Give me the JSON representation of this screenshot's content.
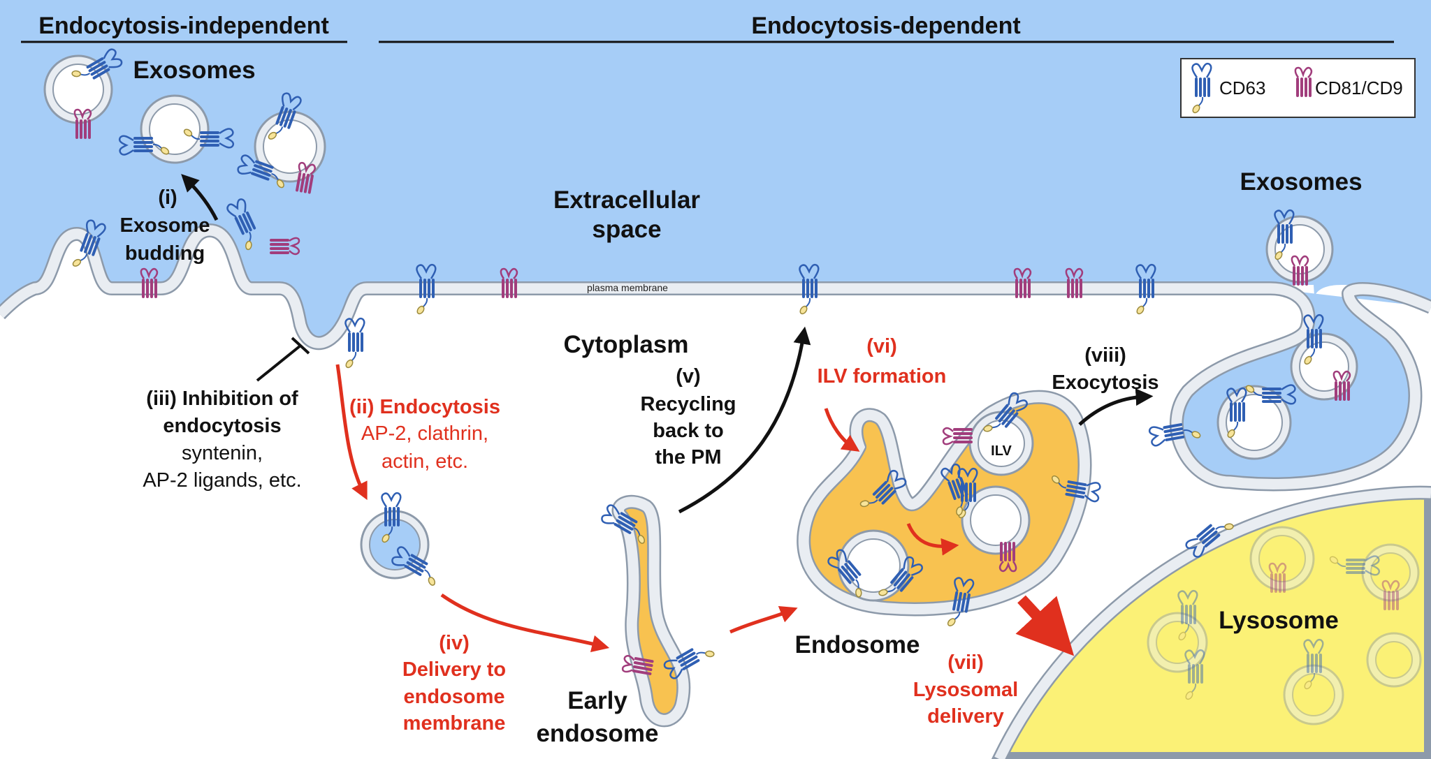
{
  "headers": {
    "independent": "Endocytosis-independent",
    "dependent": "Endocytosis-dependent"
  },
  "legend": {
    "cd63": "CD63",
    "cd81": "CD81/CD9"
  },
  "labels": {
    "exosomes_left": "Exosomes",
    "exosomes_right": "Exosomes",
    "extracellular_1": "Extracellular",
    "extracellular_2": "space",
    "plasma_membrane": "plasma membrane",
    "cytoplasm": "Cytoplasm",
    "ilv": "ILV",
    "endosome": "Endosome",
    "early_endosome_1": "Early",
    "early_endosome_2": "endosome",
    "lysosome": "Lysosome"
  },
  "steps": {
    "i": {
      "num": "(i)",
      "line1": "Exosome",
      "line2": "budding"
    },
    "ii": {
      "title": "(ii) Endocytosis",
      "line1": "AP-2, clathrin,",
      "line2": "actin, etc."
    },
    "iii": {
      "line1": "(iii) Inhibition of",
      "line2": "endocytosis",
      "line3": "syntenin,",
      "line4": "AP-2 ligands, etc."
    },
    "iv": {
      "num": "(iv)",
      "line1": "Delivery to",
      "line2": "endosome",
      "line3": "membrane"
    },
    "v": {
      "num": "(v)",
      "line1": "Recycling",
      "line2": "back to",
      "line3": "the PM"
    },
    "vi": {
      "num": "(vi)",
      "line1": "ILV formation"
    },
    "vii": {
      "num": "(vii)",
      "line1": "Lysosomal",
      "line2": "delivery"
    },
    "viii": {
      "num": "(viii)",
      "line1": "Exocytosis"
    }
  },
  "colors": {
    "extracellular": "#a6cdf7",
    "membrane_fill": "#e9edf2",
    "membrane_edge": "#8d9aaa",
    "vesicle_inner": "#a6cdf7",
    "endosome_fill": "#f8c250",
    "lysosome_fill": "#fbf176",
    "cd63": "#2f5fb3",
    "cd81": "#a13d7c",
    "arrow_black": "#111111",
    "arrow_red": "#e0301e"
  }
}
